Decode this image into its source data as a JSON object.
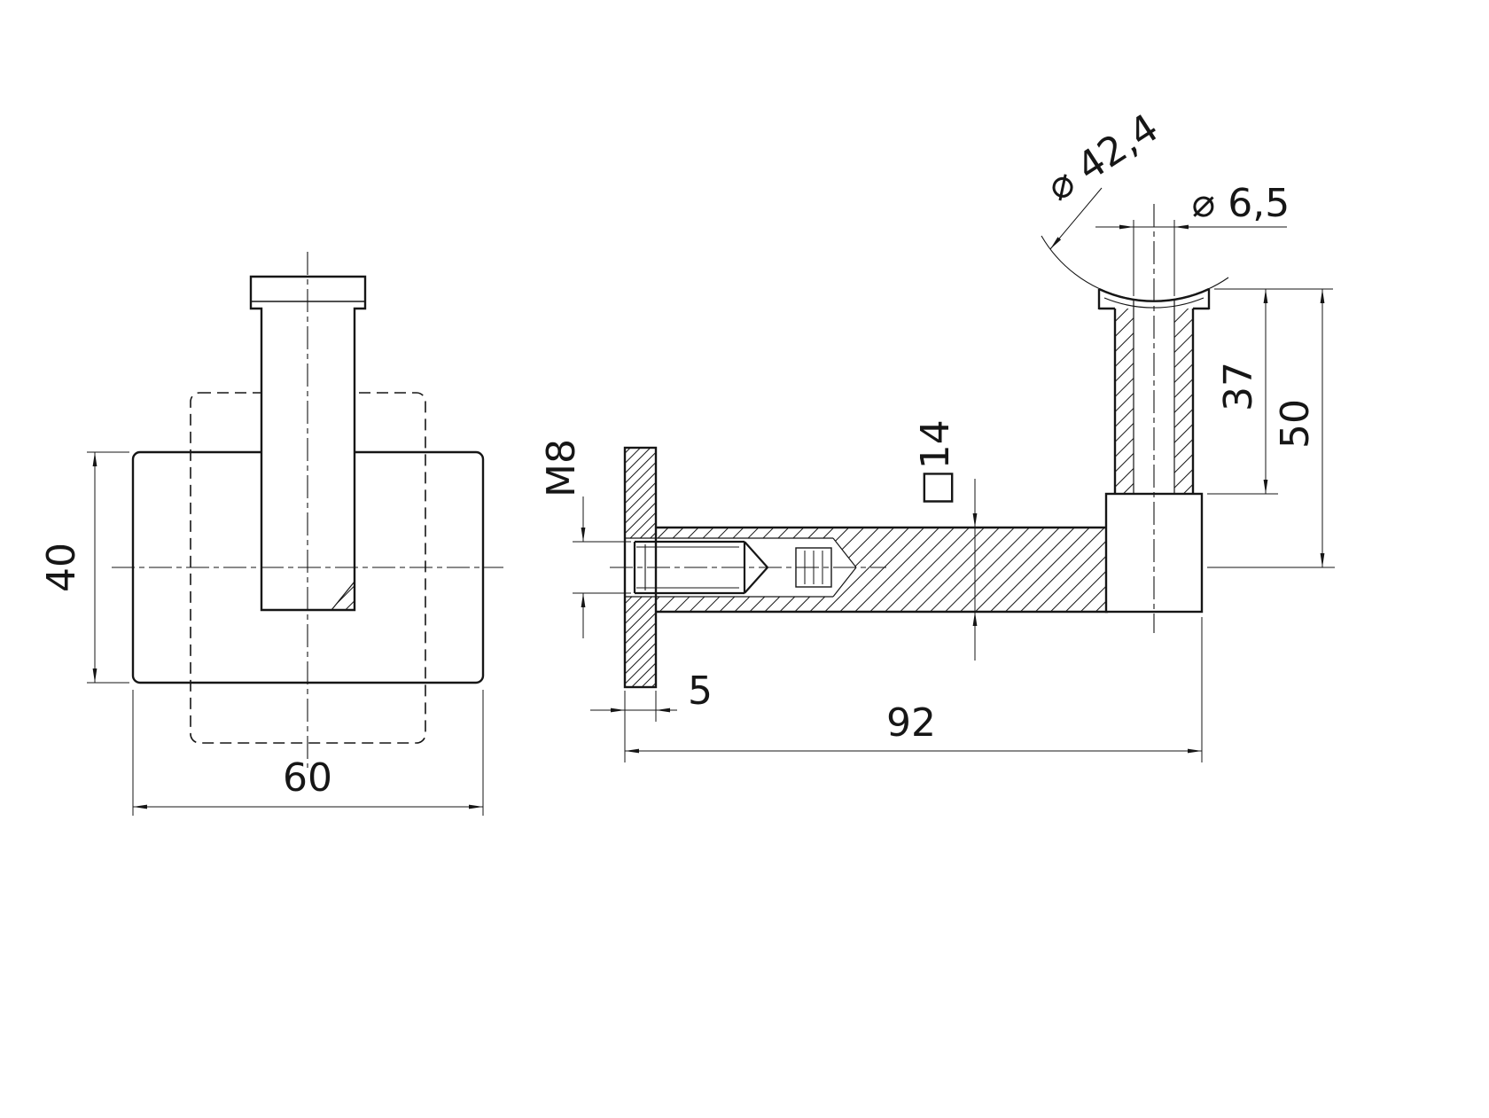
{
  "page": {
    "background": "#ffffff",
    "line_color": "#161616"
  },
  "views": {
    "front": {
      "dim_height": "40",
      "dim_width": "60"
    },
    "side": {
      "dim_thread": "M8",
      "dim_plate_thickness": "5",
      "dim_reach": "92",
      "dim_square": "□14",
      "dim_height_to_shoulder": "37",
      "dim_height_overall": "50",
      "dim_screw_hole": "⌀ 6,5",
      "dim_handrail": "⌀ 42,4"
    }
  }
}
